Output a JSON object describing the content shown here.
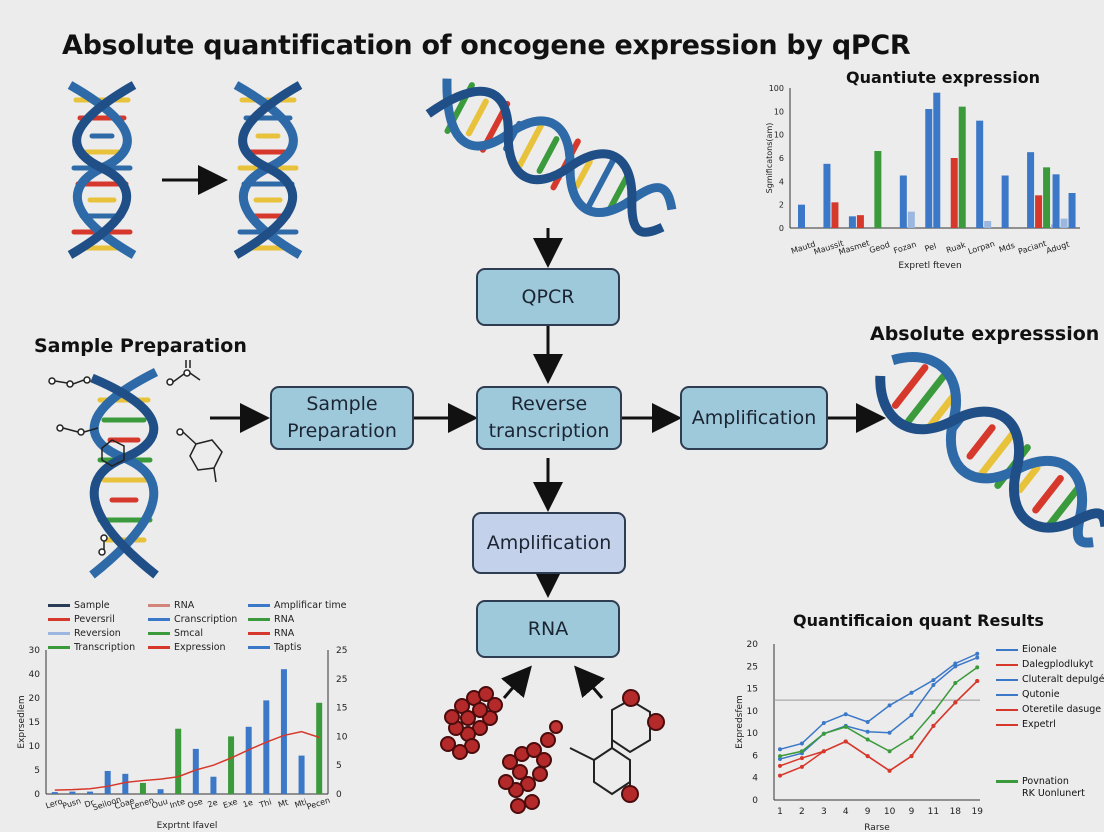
{
  "title": "Absolute quantification of oncogene expression by qPCR",
  "sections": {
    "sample_preparation": "Sample Preparation",
    "absolute_expression": "Absolute expresssion",
    "quantitate_expression": "Quantiute expression",
    "quantification_results": "Quantificaion quant Results"
  },
  "flow": {
    "qpcr": "QPCR",
    "sample_prep_line1": "Sample",
    "sample_prep_line2": "Preparation",
    "reverse_line1": "Reverse",
    "reverse_line2": "transcription",
    "amplification_right": "Amplification",
    "amplification_lower": "Amplification",
    "rna": "RNA"
  },
  "colors": {
    "box_blue": "#9ec9db",
    "box_lavender": "#c4d1ea",
    "dna_blue": "#2f6aa8",
    "bar_blue": "#3c78c8",
    "bar_green": "#3b9a3b",
    "bar_red": "#d7382c",
    "bar_light": "#9bb7e0"
  },
  "chart_data": [
    {
      "type": "bar",
      "title": "Quantiute expression",
      "xlabel": "Expretl fteven",
      "ylabel": "Sgmificatons(am)",
      "y_ticks": [
        "100",
        "10",
        "10",
        "6",
        "4",
        "2",
        "0"
      ],
      "ylim": [
        0,
        12
      ],
      "categories": [
        "Mautd",
        "Maussit",
        "Masmet",
        "Geod",
        "Fozan",
        "Pel",
        "Ruak",
        "Lorpan",
        "Mds",
        "Paciant",
        "Adugt"
      ],
      "series": [
        {
          "color": "#3c78c8",
          "values": [
            2,
            5.5,
            1,
            0,
            4.5,
            10.2,
            0,
            9.2,
            4.5,
            6.5,
            4.6
          ]
        },
        {
          "color": "#d7382c",
          "values": [
            0,
            2.2,
            1.1,
            0,
            0,
            0,
            6,
            0,
            0,
            2.8,
            0
          ]
        },
        {
          "color": "#3b9a3b",
          "values": [
            0,
            0,
            0,
            6.6,
            0,
            0,
            10.4,
            0,
            0,
            5.2,
            0
          ]
        },
        {
          "color": "#9bb7e0",
          "values": [
            0,
            0,
            0,
            0,
            1.4,
            0,
            0,
            0.6,
            0,
            0.3,
            0.8
          ]
        }
      ],
      "extra_blue": [
        0,
        0,
        0,
        0,
        0,
        11.6,
        0,
        0,
        0,
        0,
        3
      ]
    },
    {
      "type": "bar",
      "title": "",
      "xlabel": "Exprtnt Ifavel",
      "ylabel": "Exprsedlem",
      "y_left_ticks": [
        "0",
        "5",
        "10",
        "15",
        "20",
        "40",
        "30"
      ],
      "y_right_ticks": [
        "0",
        "5",
        "10",
        "15",
        "25",
        "25"
      ],
      "categories": [
        "Lero",
        "Pusn",
        "Dr",
        "Seiloon",
        "Coae",
        "Lenen",
        "Ouu",
        "Inte",
        "Ose",
        "2e",
        "Exe",
        "1e",
        "Thi",
        "Mt",
        "Mti",
        "Pecen"
      ],
      "values": [
        0.4,
        0.5,
        0.5,
        4.8,
        4.2,
        2.3,
        1,
        13.6,
        9.4,
        3.6,
        12,
        14,
        19.5,
        26,
        8,
        19
      ],
      "bar_colors": [
        "#3c78c8",
        "#3c78c8",
        "#3c78c8",
        "#3c78c8",
        "#3c78c8",
        "#3b9a3b",
        "#3c78c8",
        "#3b9a3b",
        "#3c78c8",
        "#3c78c8",
        "#3b9a3b",
        "#3c78c8",
        "#3c78c8",
        "#3c78c8",
        "#3c78c8",
        "#3b9a3b",
        "#3c78c8"
      ],
      "line": [
        0.8,
        0.9,
        1.1,
        1.6,
        2.4,
        2.8,
        3.1,
        3.6,
        5,
        6,
        7.5,
        9.2,
        10.8,
        12.2,
        13,
        11.8
      ],
      "legend": [
        {
          "label": "Sample",
          "color": "#2a3b55"
        },
        {
          "label": "RNA",
          "color": "#d2867a"
        },
        {
          "label": "Amplificar time",
          "color": "#3c78c8"
        },
        {
          "label": "Peversril",
          "color": "#d7382c"
        },
        {
          "label": "Cranscription",
          "color": "#3c78c8"
        },
        {
          "label": "RNA",
          "color": "#3b9a3b"
        },
        {
          "label": "Reversion",
          "color": "#9bb7e0"
        },
        {
          "label": "Smcal",
          "color": "#3b9a3b"
        },
        {
          "label": "RNA",
          "color": "#d7382c"
        },
        {
          "label": "Transcription",
          "color": "#3b9a3b"
        },
        {
          "label": "Expression",
          "color": "#d7382c"
        },
        {
          "label": "Taptis",
          "color": "#3c78c8"
        }
      ]
    },
    {
      "type": "line",
      "title": "Quantificaion quant Results",
      "xlabel": "Rarse",
      "ylabel": "Expredsfem",
      "x": [
        "1",
        "2",
        "3",
        "4",
        "9",
        "10",
        "9",
        "11",
        "18",
        "19"
      ],
      "y_ticks": [
        "0",
        "4",
        "6",
        "10",
        "10",
        "15",
        "25",
        "20"
      ],
      "series": [
        {
          "color": "#3c78c8",
          "values": [
            5.2,
            5.8,
            7.9,
            8.8,
            8,
            9.7,
            11,
            12.3,
            14,
            15
          ]
        },
        {
          "color": "#3c78c8",
          "values": [
            4.2,
            4.8,
            6.8,
            7.6,
            7,
            6.9,
            8.7,
            11.8,
            13.7,
            14.6
          ]
        },
        {
          "color": "#3b9a3b",
          "values": [
            4.5,
            5,
            6.8,
            7.5,
            6.2,
            5,
            6.4,
            9,
            12,
            13.6
          ]
        },
        {
          "color": "#d7382c",
          "values": [
            3.5,
            4.3,
            5,
            6,
            4.5,
            3,
            4.5,
            7.6,
            10,
            12.2
          ]
        },
        {
          "color": "#d7382c",
          "values": [
            2.5,
            3.4,
            5,
            6,
            4.5,
            3,
            4.5,
            7.6,
            10,
            12.2
          ]
        }
      ],
      "legend": [
        {
          "label": "Eionale",
          "color": "#3c78c8"
        },
        {
          "label": "Dalegplodlukyt",
          "color": "#d7382c"
        },
        {
          "label": "Cluteralt depulgé",
          "color": "#3c78c8"
        },
        {
          "label": "Qutonie",
          "color": "#3c78c8"
        },
        {
          "label": "Oteretile dasuge",
          "color": "#d7382c"
        },
        {
          "label": "Expetrl",
          "color": "#d7382c"
        }
      ],
      "legend_bottom": {
        "line1": "Povnation",
        "line2": "RK Uonlunert",
        "color": "#3b9a3b"
      }
    }
  ]
}
